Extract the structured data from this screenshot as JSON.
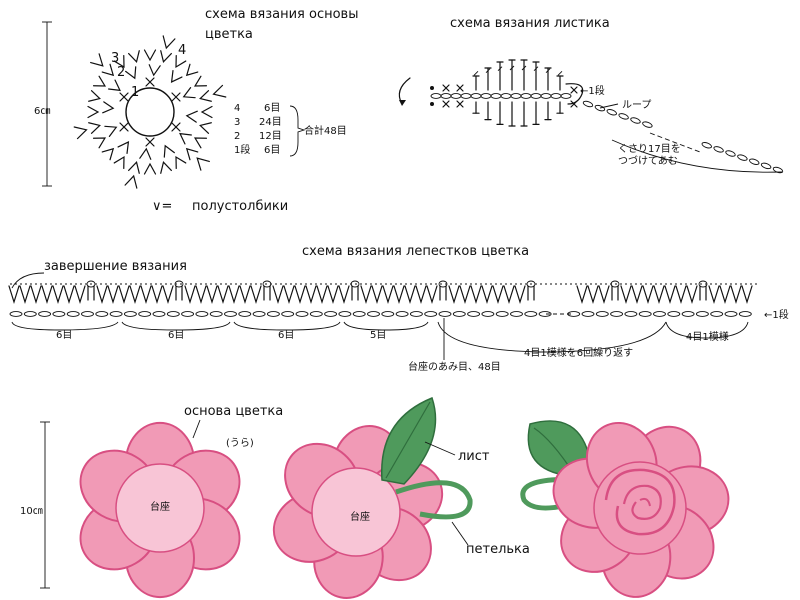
{
  "titles": {
    "base_scheme_line1": "схема вязания основы",
    "base_scheme_line2": "цветка",
    "leaf_scheme": "схема вязания листика",
    "petals_scheme": "схема вязания лепестков цветка"
  },
  "base_chart": {
    "size_label": "6㎝",
    "round_labels": [
      "1",
      "2",
      "3",
      "4"
    ],
    "rounds_table": [
      {
        "round": "4",
        "stitches": "6目"
      },
      {
        "round": "3",
        "stitches": "24目"
      },
      {
        "round": "2",
        "stitches": "12目"
      },
      {
        "round": "1段",
        "stitches": "6目"
      }
    ],
    "total": "合計48目",
    "legend_symbol": "∨=",
    "legend_text": "полустолбики"
  },
  "leaf_chart": {
    "row_marker": "←1段",
    "loop_label": "ループ",
    "chain_note_line1": "くさり17目を",
    "chain_note_line2": "つづけてあむ"
  },
  "petal_chart": {
    "finish_label": "завершение вязания",
    "segment_labels": [
      "6目",
      "6目",
      "6目",
      "5目"
    ],
    "repeat_label": "4目1模様",
    "repeat_note": "4目1模様を6回繰り返す",
    "base_stitches_note": "台座のあみ目、48目",
    "row_marker": "←1段"
  },
  "photos": {
    "size_label": "10㎝",
    "base_label": "основа цветка",
    "back_side_label": "(うら)",
    "center_label_1": "台座",
    "center_label_2": "台座",
    "leaf_label": "лист",
    "loop_label": "петелька"
  },
  "colors": {
    "petal_pink": "#f19ab6",
    "petal_edge": "#d84f82",
    "center_pink": "#f8c5d6",
    "leaf_green": "#4f9a5c",
    "leaf_dark": "#2f6e3d"
  }
}
